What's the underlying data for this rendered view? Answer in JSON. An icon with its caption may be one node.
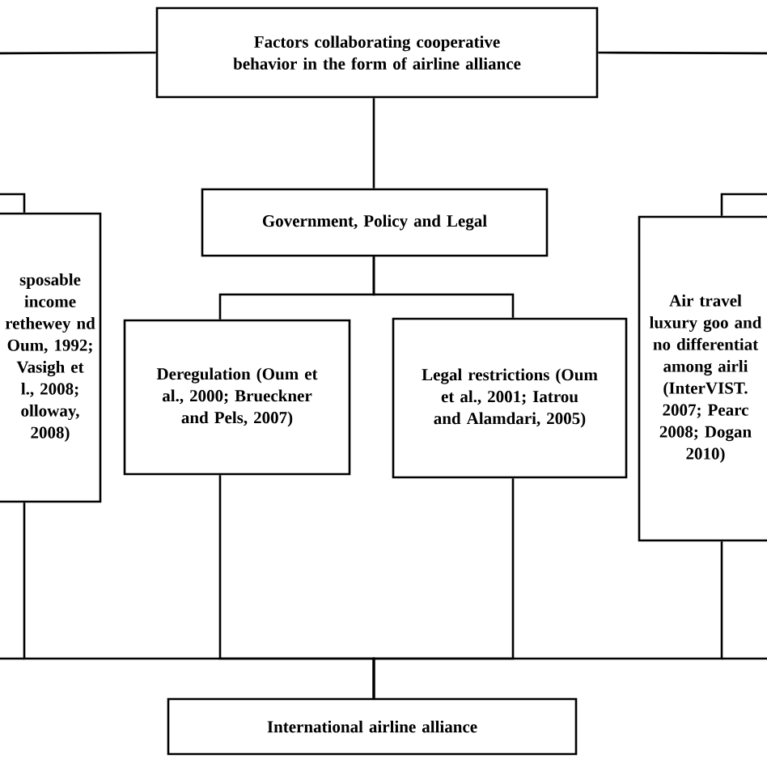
{
  "diagram": {
    "nodes": [
      {
        "text": [
          "Factors collaborating cooperative behavior in the form of airline alliance"
        ]
      },
      {
        "text": [
          "sposable income rethewey nd Oum, 1992; Vasigh et l., 2008; olloway, 2008)"
        ]
      },
      {
        "text": [
          "Government, Policy and Legal"
        ]
      },
      {
        "text": [
          "Air travel luxury goo and no differentiat among airli (InterVIST. 2007; Pearc 2008; Dogan 2010)"
        ]
      },
      {
        "text": [
          "Deregulation (Oum et al., 2000; Brueckner and Pels, 2007)"
        ]
      },
      {
        "text": [
          "Legal restrictions (Oum et al., 2001; Iatrou and Alamdari, 2005)"
        ]
      },
      {
        "text": [
          "International airline alliance"
        ]
      }
    ],
    "edges": [
      {
        "from": 0,
        "to": 1,
        "arrow": "none"
      },
      {
        "from": 0,
        "to": 2,
        "arrow": "none"
      },
      {
        "from": 0,
        "to": 3,
        "arrow": "none"
      },
      {
        "from": 2,
        "to": 4,
        "arrow": "none"
      },
      {
        "from": 2,
        "to": 5,
        "arrow": "none"
      },
      {
        "from": 1,
        "to": 6,
        "arrow": "none"
      },
      {
        "from": 4,
        "to": 6,
        "arrow": "none"
      },
      {
        "from": 5,
        "to": 6,
        "arrow": "none"
      },
      {
        "from": 3,
        "to": 6,
        "arrow": "none"
      }
    ]
  }
}
